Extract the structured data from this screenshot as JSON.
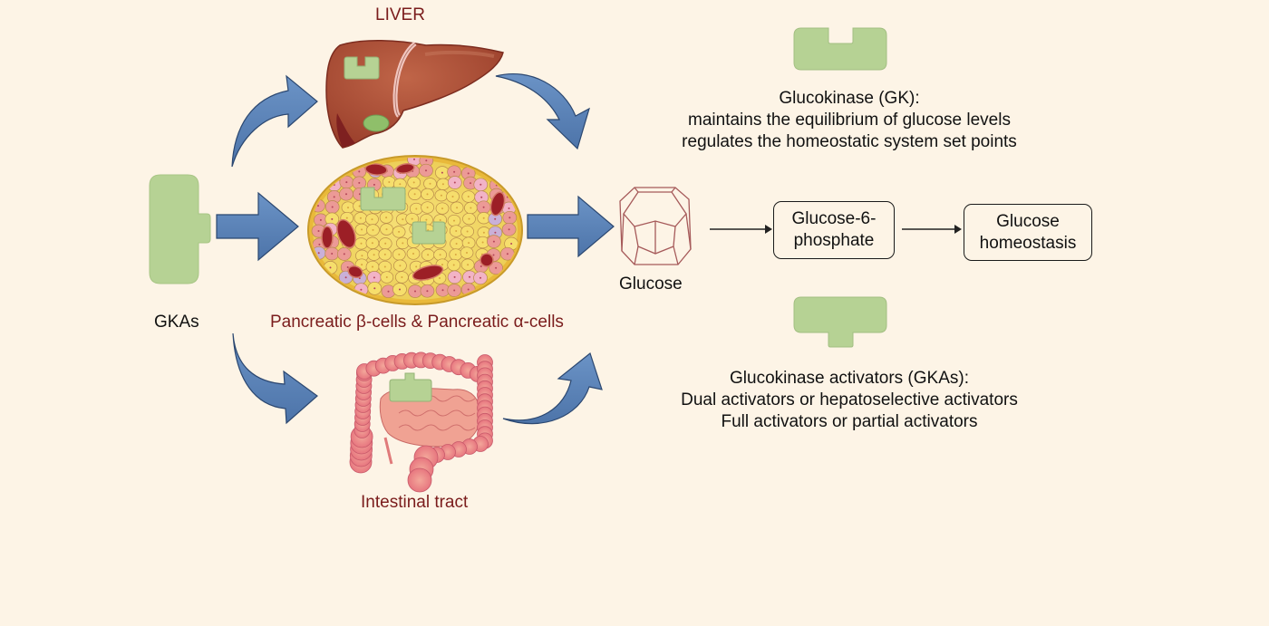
{
  "colors": {
    "background": "#fdf4e6",
    "organ_label": "#7a1c1c",
    "arrow_blue": "#5a82b8",
    "arrow_outline": "#2b4770",
    "gk_green": "#b5d192",
    "liver": "#b2543a",
    "glucose_line": "#a05a5a"
  },
  "labels": {
    "liver": "LIVER",
    "pancreas": "Pancreatic β-cells & Pancreatic α-cells",
    "intestine": "Intestinal tract",
    "gkas": "GKAs",
    "glucose": "Glucose"
  },
  "flow": {
    "step1": [
      "Glucose-6-",
      "phosphate"
    ],
    "step2": [
      "Glucose",
      "homeostasis"
    ]
  },
  "legend": {
    "gk": {
      "title": "Glucokinase (GK):",
      "lines": [
        "maintains the equilibrium of glucose levels",
        "regulates the homeostatic system set points"
      ]
    },
    "gka": {
      "title": "Glucokinase activators (GKAs):",
      "lines": [
        "Dual activators or hepatoselective activators",
        "Full activators or partial activators"
      ]
    }
  },
  "icons": {
    "gka_molecule": "gka-activator-shape",
    "gk_enzyme": "glucokinase-shape",
    "liver": "liver-illustration",
    "pancreas": "pancreatic-islet-illustration",
    "intestine": "intestine-illustration",
    "glucose": "glucose-polyhedron"
  }
}
